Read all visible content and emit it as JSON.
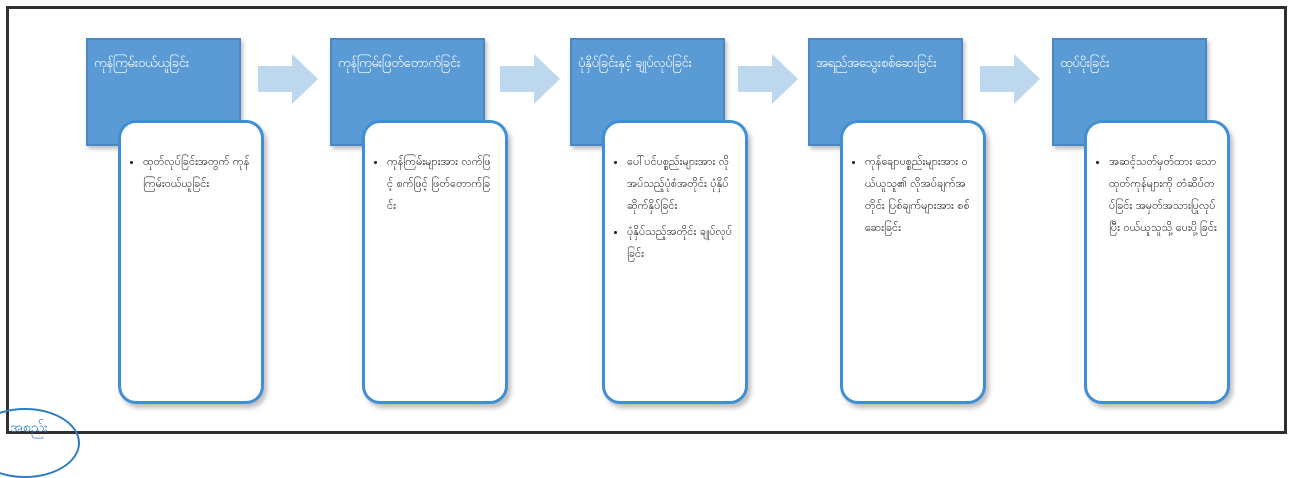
{
  "stages": [
    {
      "title": "ကုန်ကြမ်းဝယ်ယူခြင်း",
      "bullets": [
        "ထုတ်လုပ်ခြင်းအတွက် ကုန်ကြမ်းဝယ်ယူခြင်း"
      ]
    },
    {
      "title": "ကုန်ကြမ်းဖြတ်တောက်ခြင်း",
      "bullets": [
        "ကုန်ကြမ်းများအား လက်ဖြင့် စက်ဖြင့် ဖြတ်တောက်ခြင်း"
      ]
    },
    {
      "title": "ပုံနှိပ်ခြင်းနှင့် ချုပ်လုပ်ခြင်း",
      "bullets": [
        "ပေါ်ပင်ပစ္စည်းများအား လိုအပ်သည့်ပုံစံအတိုင်း ပုံနှိပ်ဆိုက်နှိပ်ခြင်း",
        "ပုံနှိပ်သည့်အတိုင်း ချုပ်လုပ်ခြင်း"
      ]
    },
    {
      "title": "အရည်အသွေးစစ်ဆေးခြင်း",
      "bullets": [
        "ကုန်ချောပစ္စည်းများအား ဝယ်ယူသူ၏ လိုအပ်ချက်အတိုင်း ပြစ်ချက်များအား စစ်ဆေးခြင်း"
      ]
    },
    {
      "title": "ထုပ်ပိုးခြင်း",
      "bullets": [
        "အဆင့်သတ်မှတ်ထား သော ထုတ်ကုန်များကို တံဆိပ်တပ်ခြင်း အမှတ်အသားပြုလုပ်ပြီး ဝယ်ယူသူသို့ ပေးပို့ခြင်း"
      ]
    }
  ],
  "colors": {
    "header_fill": "#5b9bd5",
    "box_border": "#3f8fd6",
    "arrow_fill": "#bdd7ee",
    "frame_border": "#2f2f2f"
  },
  "seal": {
    "text": "အစည်း"
  }
}
